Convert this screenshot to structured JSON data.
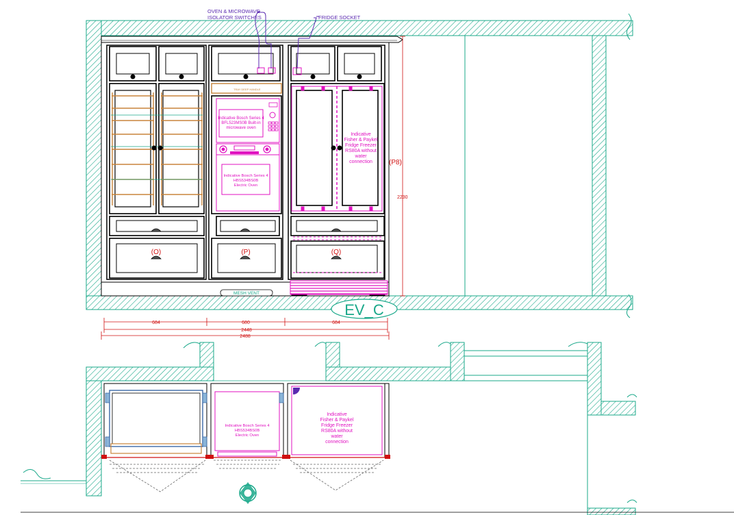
{
  "labels": {
    "oven_switches_line1": "OVEN & MICROWAVE",
    "oven_switches_line2": "ISOLATOR SWITCHES",
    "fridge_socket": "FRIDGE SOCKET",
    "tray_handle": "TRAY DEEP HANDLE",
    "microwave_line1": "Indicative Bosch Series 4",
    "microwave_line2": "BFL523MS0B Built-in",
    "microwave_line3": "microwave oven",
    "oven_line1": "Indicative Bosch Series 4",
    "oven_line2": "HBS534BS0B",
    "oven_line3": "Electric Oven",
    "fridge_line1": "Indicative",
    "fridge_line2": "Fisher & Paykel",
    "fridge_line3": "Fridge Freezer",
    "fridge_line4": "RS80A without",
    "fridge_line5": "water",
    "fridge_line6": "connection",
    "unit_o": "(O)",
    "unit_p": "(P)",
    "unit_q": "(Q)",
    "unit_p8": "(P8)",
    "height_dim": "2230",
    "mesh_vent": "MESH VENT",
    "elevation_tag": "EV_C",
    "dim_684_a": "684",
    "dim_680": "680",
    "dim_684_b": "684",
    "dim_2448": "2448",
    "dim_2488": "2488",
    "plan_oven_line1": "Indicative Bosch Series 4",
    "plan_oven_line2": "HBS534BS0B",
    "plan_oven_line3": "Electric Oven",
    "plan_fridge_line1": "Indicative",
    "plan_fridge_line2": "Fisher & Paykel",
    "plan_fridge_line3": "Fridge Freezer",
    "plan_fridge_line4": "RS80A without",
    "plan_fridge_line5": "water",
    "plan_fridge_line6": "connection"
  },
  "colors": {
    "wall": "#1aa88a",
    "cabinet": "#000000",
    "appliance": "#e010c0",
    "dimension": "#d01010",
    "wiring": "#5a2ab0",
    "wood": "#c8843a"
  }
}
